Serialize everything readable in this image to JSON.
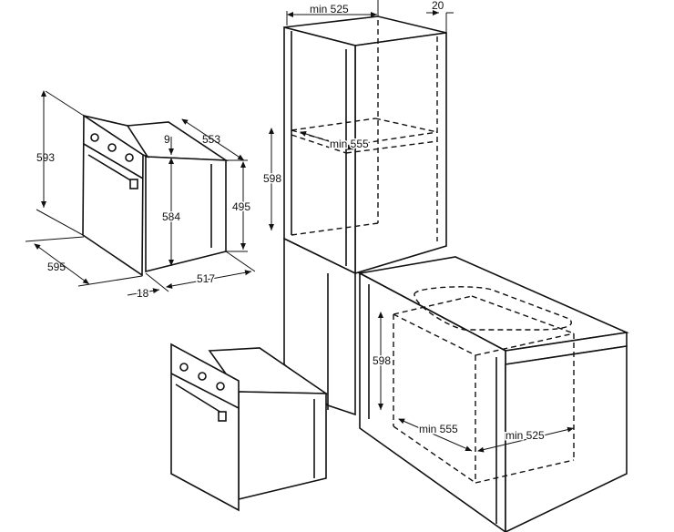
{
  "oven_dimensions": {
    "height": "593",
    "width": "595",
    "depth": "553",
    "panel_gap": "9",
    "body_height": "584",
    "side_height": "495",
    "body_depth": "517",
    "door_thickness": "18"
  },
  "tall_cabinet": {
    "min_depth": "min 525",
    "back_gap": "20",
    "min_width": "min 555",
    "niche_height": "598"
  },
  "under_counter": {
    "niche_height": "598",
    "min_width": "min 555",
    "min_depth": "min 525"
  }
}
